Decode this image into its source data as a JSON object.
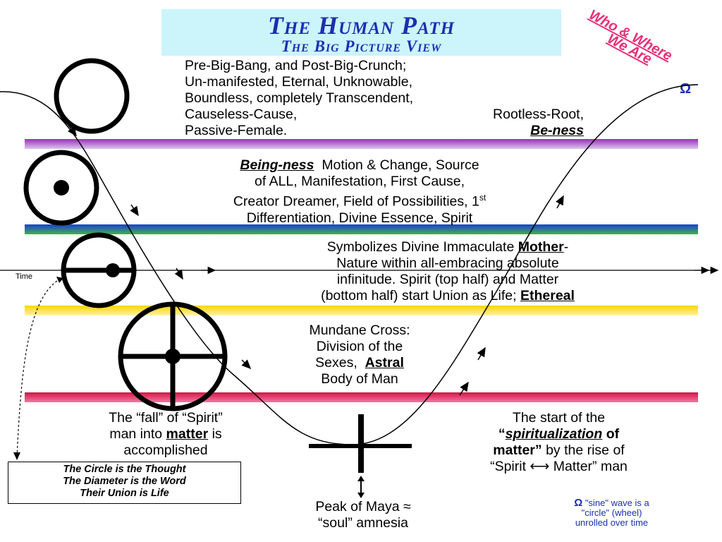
{
  "header": {
    "title": "The Human Path",
    "subtitle": "The Big Picture View",
    "corner_line1": "Who & Where",
    "corner_line2": "We Are",
    "omega_symbol": "Ω"
  },
  "sections": {
    "beness": {
      "lines": [
        "Pre-Big-Bang,  and Post-Big-Crunch;",
        "Un-manifested, Eternal, Unknowable,",
        "Boundless, completely Transcendent,"
      ],
      "line4_left": "Causeless-Cause,",
      "line4_right": "Rootless-Root,",
      "line5_left": "Passive-Female.",
      "keyword": "Be-ness"
    },
    "beingness": {
      "keyword": "Being-ness",
      "line1_rest": "Motion & Change, Source",
      "line2": "of ALL, Manifestation, First Cause,",
      "line3": "Creator Dreamer, Field of Possibilities, 1",
      "line3_sup": "st",
      "line4": "Differentiation, Divine Essence, Spirit"
    },
    "mother": {
      "line1_pre": "Symbolizes Divine Immaculate",
      "line1_bold": "Mother",
      "line1_post": "-",
      "line2": "Nature within all-embracing absolute",
      "line3": "infinitude.  Spirit (top half) and Matter",
      "line4_pre": "(bottom half) start Union as Life;",
      "line4_bold": "Ethereal"
    },
    "cross": {
      "line1": "Mundane Cross:",
      "line2": "Division of the",
      "line3_pre": "Sexes,",
      "line3_bold": "Astral",
      "line4": "Body of Man"
    },
    "fall": {
      "line1": "The “fall” of “Spirit”",
      "line2_pre": "man into",
      "line2_bold": "matter",
      "line2_post": "is",
      "line3": "accomplished"
    },
    "rise": {
      "line1": "The start of the",
      "line2_q1": "“",
      "line2_word": "spiritualization",
      "line2_of": "of",
      "line3_bold": "matter”",
      "line3_rest": "by the rise of",
      "line4": "“Spirit ⟷ Matter” man"
    },
    "maya": {
      "line1": "Peak of Maya ≈",
      "line2": "“soul” amnesia"
    }
  },
  "time_label": "Time",
  "thought_box": {
    "line1": "The Circle is the Thought",
    "line2": "The Diameter is the Word",
    "line3": "Their Union is Life"
  },
  "omega_note": {
    "symbol": "Ω",
    "line1": "\"sine\" wave is a",
    "line2": "\"circle\" (wheel)",
    "line3": "unrolled over time"
  },
  "colors": {
    "title_blue": "#1b2fb0",
    "title_bg": "#ccf4fb",
    "corner_pink": "#e8307a",
    "band1_top": "#9b2fb8",
    "band2_top": "#1d3fd1",
    "band2_bottom": "#3fb34a",
    "band3_top": "#ffd400",
    "band4_top": "#d21447"
  }
}
